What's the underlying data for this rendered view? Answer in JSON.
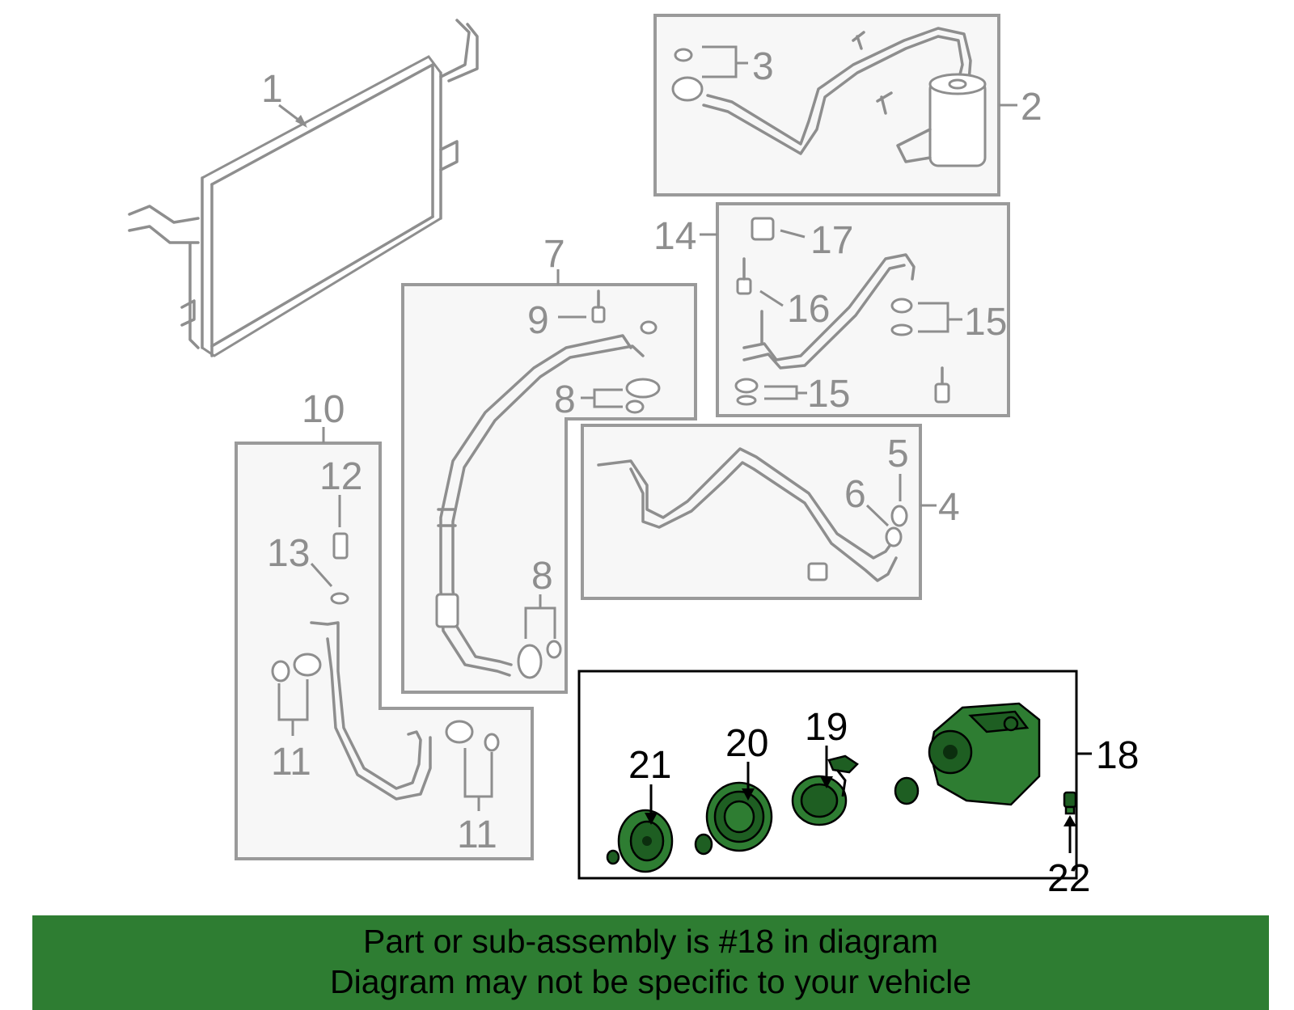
{
  "callouts": {
    "c1": "1",
    "c2": "2",
    "c3": "3",
    "c4": "4",
    "c5": "5",
    "c6": "6",
    "c7": "7",
    "c8a": "8",
    "c8b": "8",
    "c9": "9",
    "c10": "10",
    "c11a": "11",
    "c11b": "11",
    "c12": "12",
    "c13": "13",
    "c14": "14",
    "c15a": "15",
    "c15b": "15",
    "c16": "16",
    "c17": "17",
    "c18": "18",
    "c19": "19",
    "c20": "20",
    "c21": "21",
    "c22": "22"
  },
  "highlight": {
    "part": "18",
    "color": "#2e7d32"
  },
  "banner": {
    "line1": "Part or sub-assembly is #18 in diagram",
    "line2": "Diagram may not be specific to your vehicle",
    "background": "#2e7d32"
  }
}
